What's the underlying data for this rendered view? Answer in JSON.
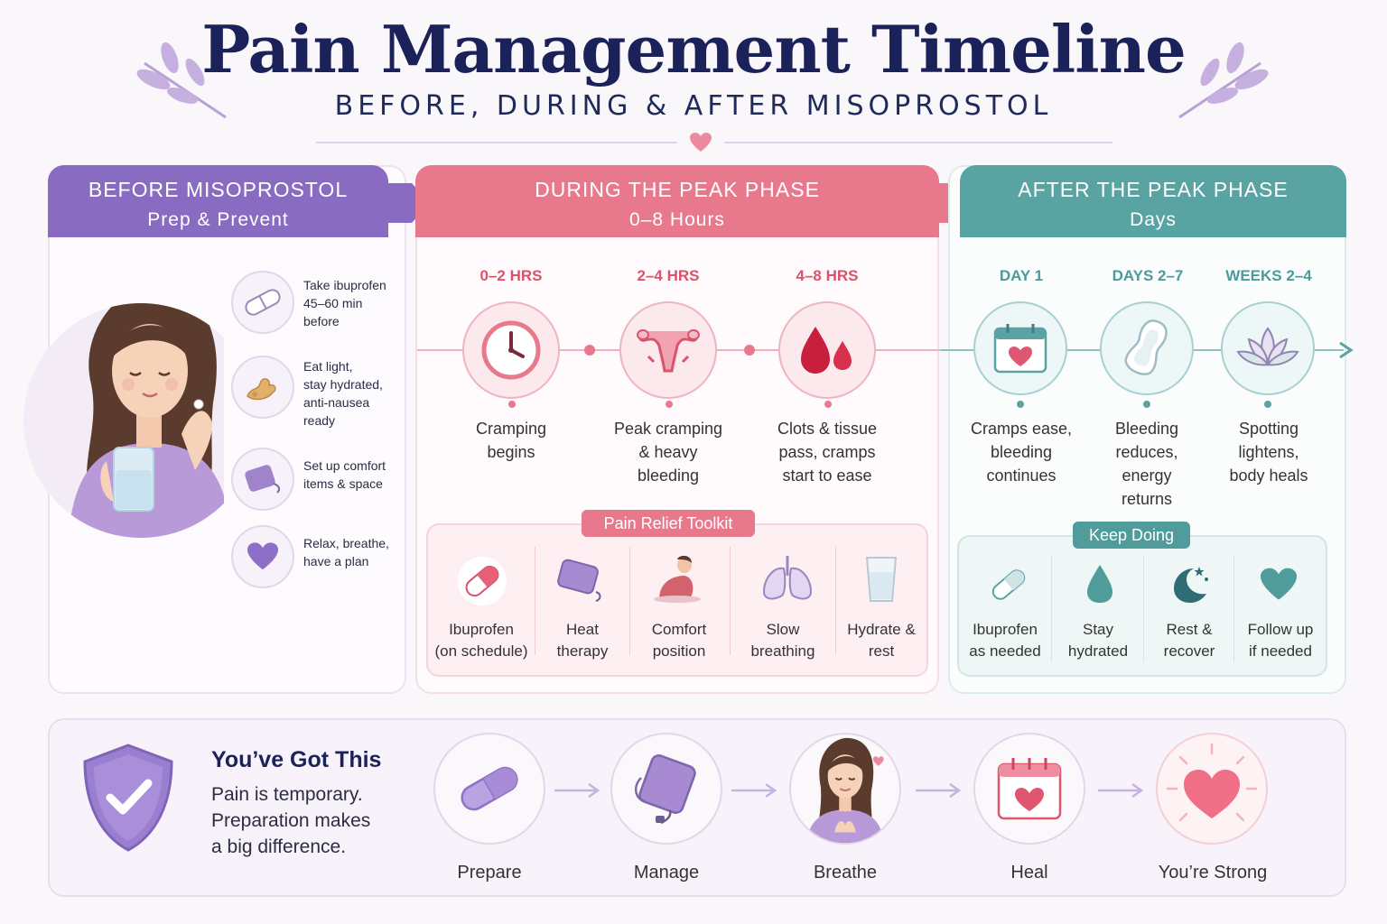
{
  "header": {
    "title": "Pain Management Timeline",
    "subtitle": "BEFORE, DURING & AFTER MISOPROSTOL"
  },
  "colors": {
    "navy": "#1b2259",
    "purple": "#8b6cc4",
    "pink": "#e97a8c",
    "teal": "#5aa3a3",
    "lavender": "#b89fd9"
  },
  "before": {
    "title": "BEFORE MISOPROSTOL",
    "subtitle": "Prep & Prevent",
    "items": [
      {
        "icon": "pill-icon",
        "text_lines": [
          "Take ibuprofen",
          "45–60 min",
          "before"
        ]
      },
      {
        "icon": "ginger-icon",
        "text_lines": [
          "Eat light,",
          "stay hydrated,",
          "anti-nausea",
          "ready"
        ]
      },
      {
        "icon": "heating-pad-icon",
        "text_lines": [
          "Set up comfort",
          "items & space"
        ]
      },
      {
        "icon": "heart-icon",
        "text_lines": [
          "Relax, breathe,",
          "have a plan"
        ]
      }
    ]
  },
  "during": {
    "title": "DURING THE PEAK PHASE",
    "subtitle": "0–8 Hours",
    "stages": [
      {
        "label": "0–2 HRS",
        "icon": "clock-icon",
        "desc_lines": [
          "Cramping",
          "begins"
        ]
      },
      {
        "label": "2–4 HRS",
        "icon": "uterus-icon",
        "desc_lines": [
          "Peak cramping",
          "& heavy",
          "bleeding"
        ]
      },
      {
        "label": "4–8 HRS",
        "icon": "blood-drops-icon",
        "desc_lines": [
          "Clots & tissue",
          "pass, cramps",
          "start to ease"
        ]
      }
    ],
    "toolkit_title": "Pain Relief Toolkit",
    "toolkit": [
      {
        "icon": "pill-icon",
        "lines": [
          "Ibuprofen",
          "(on schedule)"
        ]
      },
      {
        "icon": "heating-pad-icon",
        "lines": [
          "Heat",
          "therapy"
        ]
      },
      {
        "icon": "comfort-position-icon",
        "lines": [
          "Comfort",
          "position"
        ]
      },
      {
        "icon": "lungs-icon",
        "lines": [
          "Slow",
          "breathing"
        ]
      },
      {
        "icon": "water-glass-icon",
        "lines": [
          "Hydrate &",
          "rest"
        ]
      }
    ]
  },
  "after": {
    "title": "AFTER THE PEAK PHASE",
    "subtitle": "Days",
    "stages": [
      {
        "label": "DAY 1",
        "icon": "calendar-icon",
        "desc_lines": [
          "Cramps ease,",
          "bleeding",
          "continues"
        ]
      },
      {
        "label": "DAYS 2–7",
        "icon": "pad-icon",
        "desc_lines": [
          "Bleeding",
          "reduces,",
          "energy",
          "returns"
        ]
      },
      {
        "label": "WEEKS 2–4",
        "icon": "lotus-icon",
        "desc_lines": [
          "Spotting",
          "lightens,",
          "body heals"
        ]
      }
    ],
    "keep_title": "Keep Doing",
    "keep": [
      {
        "icon": "pill-icon",
        "lines": [
          "Ibuprofen",
          "as needed"
        ]
      },
      {
        "icon": "water-drop-icon",
        "lines": [
          "Stay",
          "hydrated"
        ]
      },
      {
        "icon": "moon-icon",
        "lines": [
          "Rest &",
          "recover"
        ]
      },
      {
        "icon": "heart-icon",
        "lines": [
          "Follow up",
          "if needed"
        ]
      }
    ]
  },
  "bottom": {
    "title": "You’ve Got This",
    "text_lines": [
      "Pain is temporary.",
      "Preparation makes",
      "a big difference."
    ],
    "steps": [
      {
        "icon": "pill-icon",
        "label": "Prepare"
      },
      {
        "icon": "heating-pad-icon",
        "label": "Manage"
      },
      {
        "icon": "breathing-woman-icon",
        "label": "Breathe"
      },
      {
        "icon": "calendar-icon",
        "label": "Heal"
      },
      {
        "icon": "glowing-heart-icon",
        "label": "You’re Strong"
      }
    ]
  }
}
